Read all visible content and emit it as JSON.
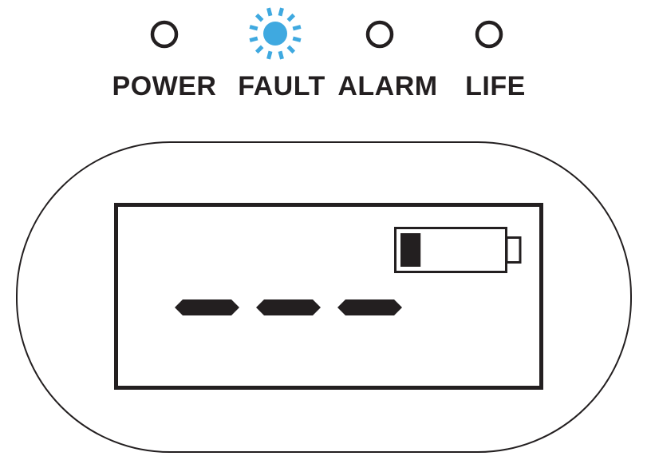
{
  "indicators": [
    {
      "label": "POWER",
      "state": "off",
      "icon": "led-off-icon"
    },
    {
      "label": "FAULT",
      "state": "flashing",
      "icon": "led-flashing-icon"
    },
    {
      "label": "ALARM",
      "state": "off",
      "icon": "led-off-icon"
    },
    {
      "label": "LIFE",
      "state": "off",
      "icon": "led-off-icon"
    }
  ],
  "display": {
    "readout": "- - -",
    "battery_level": 0.2,
    "battery_icon": "battery-low-icon"
  },
  "colors": {
    "led_active": "#3fa9e0",
    "outline": "#231f20",
    "background": "#ffffff"
  }
}
